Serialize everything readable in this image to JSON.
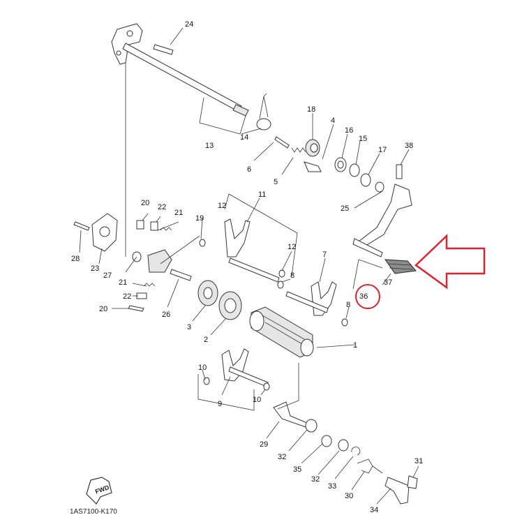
{
  "diagram": {
    "part_numbers": [
      "1",
      "2",
      "3",
      "4",
      "5",
      "6",
      "7",
      "8",
      "8",
      "9",
      "10",
      "10",
      "11",
      "12",
      "12",
      "13",
      "14",
      "15",
      "16",
      "17",
      "18",
      "19",
      "20",
      "20",
      "21",
      "21",
      "22",
      "22",
      "23",
      "24",
      "25",
      "26",
      "27",
      "28",
      "29",
      "30",
      "31",
      "32",
      "32",
      "33",
      "34",
      "35",
      "36",
      "37",
      "38"
    ],
    "highlighted_part": "36",
    "drawing_code": "1AS7100-K170",
    "fwd_label": "FWD",
    "colors": {
      "highlight": "#e0202a",
      "line": "#333333",
      "fill": "#e6e6e6"
    }
  }
}
